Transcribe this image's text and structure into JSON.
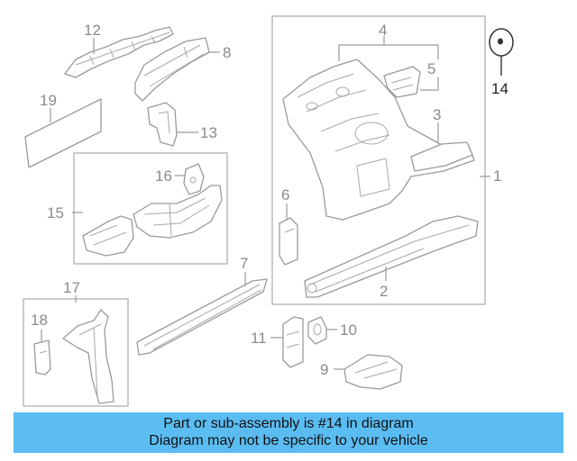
{
  "callouts": {
    "c1": "1",
    "c2": "2",
    "c3": "3",
    "c4": "4",
    "c5": "5",
    "c6": "6",
    "c7": "7",
    "c8": "8",
    "c9": "9",
    "c10": "10",
    "c11": "11",
    "c12": "12",
    "c13": "13",
    "c14": "14",
    "c15": "15",
    "c16": "16",
    "c17": "17",
    "c18": "18",
    "c19": "19"
  },
  "highlighted_part": "14",
  "banner": {
    "line1": "Part or sub-assembly is #14 in diagram",
    "line2": "Diagram may not be specific to your vehicle",
    "background": "#5bbcf2"
  }
}
